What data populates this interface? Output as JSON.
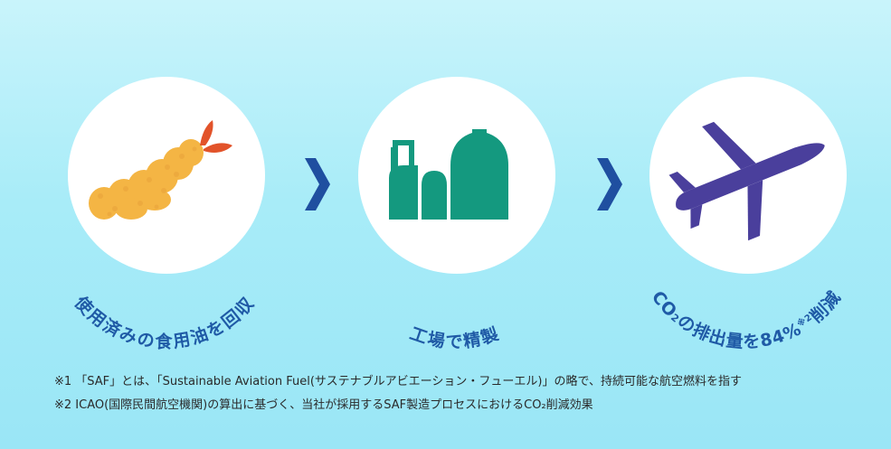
{
  "steps": [
    {
      "label": "使用済みの食用油を回収",
      "icon": "fried-shrimp-icon"
    },
    {
      "label": "工場で精製",
      "icon": "factory-icon"
    },
    {
      "label_prefix": "CO",
      "label_sub": "2",
      "label_main": "の排出量を84%",
      "label_sup": "※2",
      "label_suffix": "削減",
      "icon": "airplane-icon"
    }
  ],
  "arrows": [
    "chevron-right-icon",
    "chevron-right-icon"
  ],
  "notes": [
    "※1 「SAF」とは、「Sustainable Aviation Fuel(サステナブルアビエーション・フューエル)」の略で、持続可能な航空燃料を指す",
    "※2  ICAO(国際民間航空機関)の算出に基づく、当社が採用するSAF製造プロセスにおけるCO₂削減効果"
  ],
  "colors": {
    "label": "#1f5aa6",
    "chevron": "#1f4fa0",
    "factory": "#14997f",
    "airplane": "#4a3f9c",
    "shrimp": "#f4b544",
    "shrimp_tail": "#e2532a"
  }
}
